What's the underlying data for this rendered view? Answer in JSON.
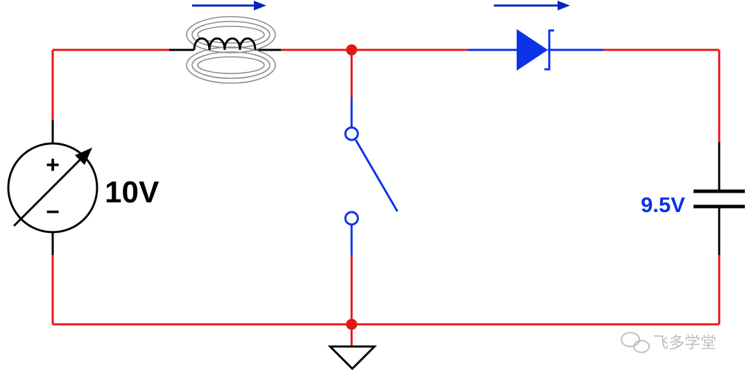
{
  "source": {
    "voltage_label": "10V",
    "plus_sign": "+",
    "minus_sign": "−"
  },
  "capacitor": {
    "voltage_label": "9.5V"
  },
  "watermark": {
    "text": "飞多学堂",
    "icon": "wechat-icon"
  },
  "colors": {
    "wire_red": "#e8141a",
    "wire_blue": "#0a32e6",
    "component_black": "#000000",
    "diode_blue": "#0a32e6",
    "current_arrow": "#0a24b8",
    "node_dot": "#e8141a",
    "coil_gray": "#8a8a8a",
    "watermark_gray": "#b9b9b9"
  },
  "components": [
    "voltage-source",
    "inductor",
    "switch",
    "diode",
    "capacitor",
    "ground"
  ],
  "state": {
    "switch": "open"
  }
}
